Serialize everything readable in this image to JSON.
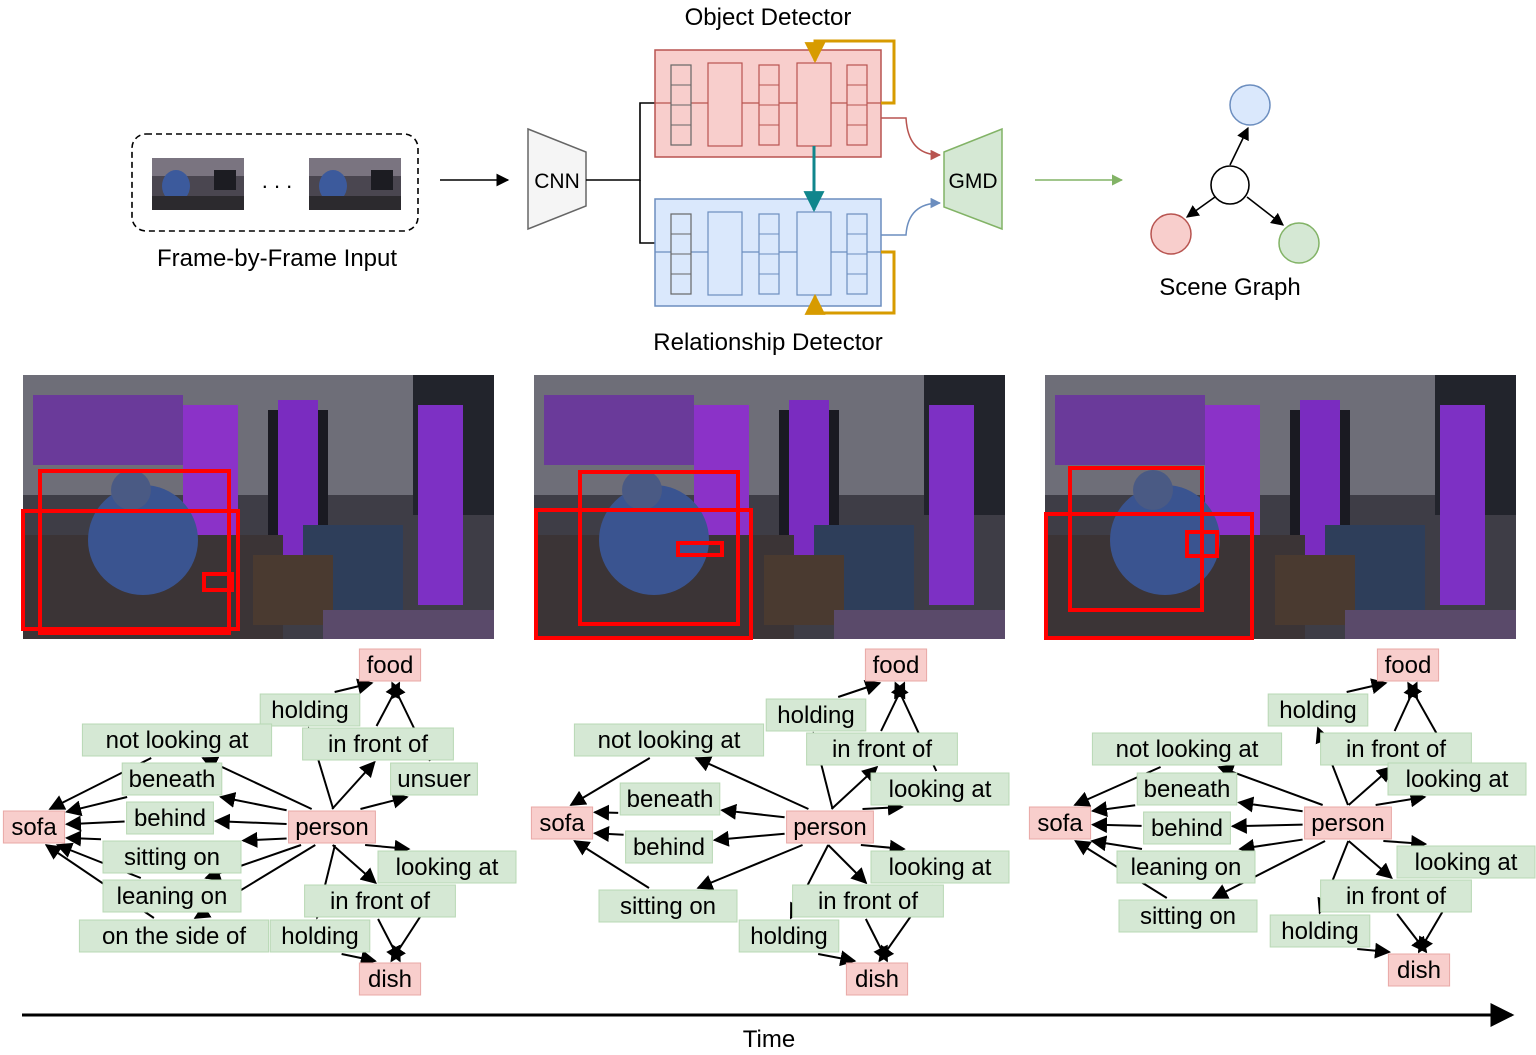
{
  "pipeline": {
    "input_label": "Frame-by-Frame Input",
    "ellipsis": ". . .",
    "cnn_label": "CNN",
    "object_detector_label": "Object Detector",
    "relationship_detector_label": "Relationship Detector",
    "gmd_label": "GMD",
    "scene_graph_label": "Scene Graph"
  },
  "colors": {
    "object_fill": "#f8cecc",
    "object_stroke": "#b85450",
    "relation_fill": "#dae8fc",
    "relation_stroke": "#6c8ebf",
    "gmd_fill": "#d5e8d4",
    "gmd_stroke": "#82b366",
    "feedback_arrow": "#d79b00",
    "cross_arrow": "#10868c",
    "bbox": "#ff0000",
    "node_object": "#f8cecc",
    "node_relation": "#d5e8d4"
  },
  "graphs": [
    {
      "objects": {
        "sofa": "sofa",
        "person": "person",
        "food": "food",
        "dish": "dish"
      },
      "relations": [
        "holding",
        "not looking at",
        "in front of",
        "unsuer",
        "beneath",
        "behind",
        "sitting on",
        "leaning on",
        "on the side of",
        "looking at",
        "in front of",
        "holding"
      ]
    },
    {
      "objects": {
        "sofa": "sofa",
        "person": "person",
        "food": "food",
        "dish": "dish"
      },
      "relations": [
        "holding",
        "not looking at",
        "in front of",
        "looking at",
        "beneath",
        "behind",
        "sitting on",
        "looking at",
        "in front of",
        "holding"
      ]
    },
    {
      "objects": {
        "sofa": "sofa",
        "person": "person",
        "food": "food",
        "dish": "dish"
      },
      "relations": [
        "holding",
        "not looking at",
        "in front of",
        "looking at",
        "beneath",
        "behind",
        "leaning on",
        "sitting on",
        "looking at",
        "in front of",
        "holding"
      ]
    }
  ],
  "time_label": "Time"
}
